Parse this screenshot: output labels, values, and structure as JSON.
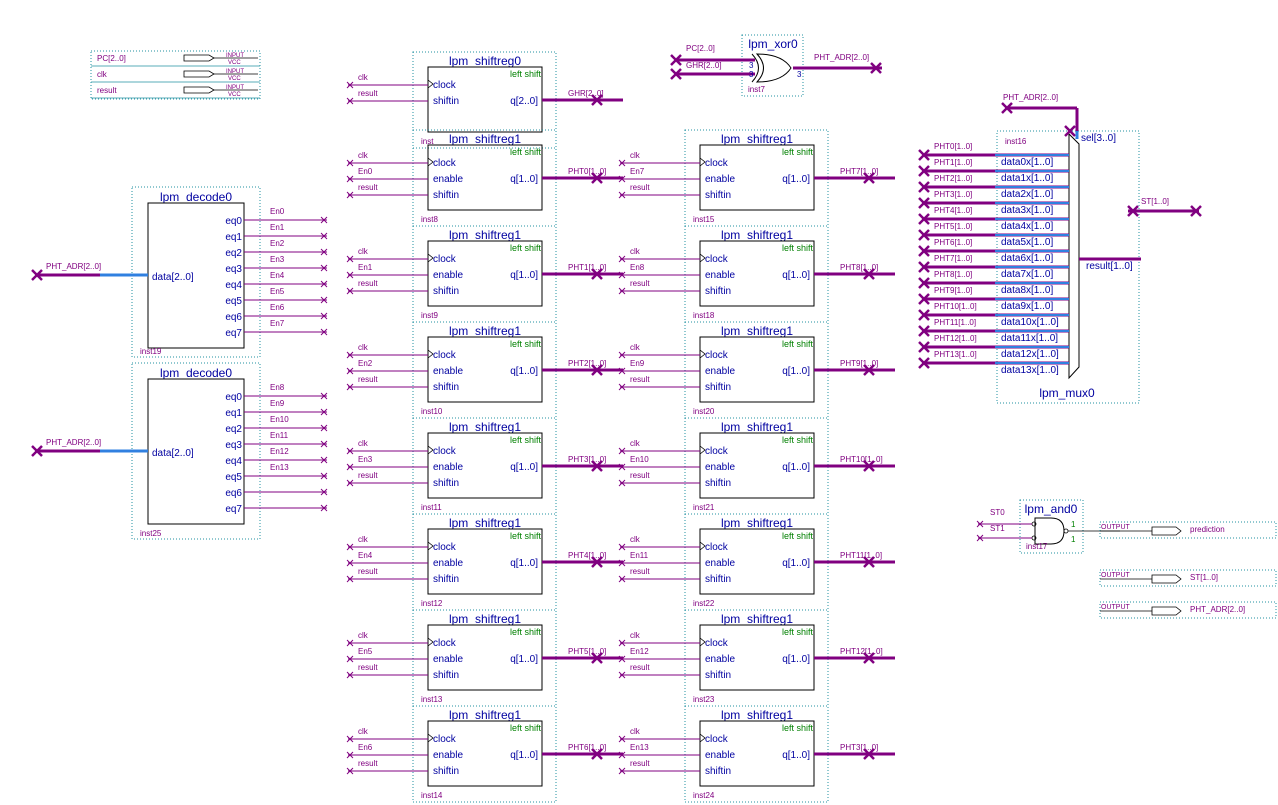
{
  "io_inputs": [
    "PC[2..0]",
    "clk",
    "result"
  ],
  "io_inputs_small": [
    "INPUT",
    "VCC"
  ],
  "io_outputs": [
    "prediction",
    "ST[1..0]",
    "PHT_ADR[2..0]"
  ],
  "io_output_tag": "OUTPUT",
  "shiftreg0": {
    "title": "lpm_shiftreg0",
    "mode": "left shift",
    "inst": "inst",
    "ports": [
      "clock",
      "shiftin"
    ],
    "output_port": "q[2..0]",
    "inputs": [
      "clk",
      "result"
    ],
    "output_net": "GHR[2..0]"
  },
  "xor": {
    "title": "lpm_xor0",
    "inst": "inst7",
    "inputs": [
      "PC[2..0]",
      "GHR[2..0]"
    ],
    "widths": [
      "3",
      "3",
      "3"
    ],
    "output_net": "PHT_ADR[2..0]"
  },
  "decoders": [
    {
      "title": "lpm_decode0",
      "inst": "inst19",
      "input_port": "data[2..0]",
      "input_net": "PHT_ADR[2..0]",
      "ports": [
        "eq0",
        "eq1",
        "eq2",
        "eq3",
        "eq4",
        "eq5",
        "eq6",
        "eq7"
      ],
      "nets": [
        "En0",
        "En1",
        "En2",
        "En3",
        "En4",
        "En5",
        "En6",
        "En7"
      ]
    },
    {
      "title": "lpm_decode0",
      "inst": "inst25",
      "input_port": "data[2..0]",
      "input_net": "PHT_ADR[2..0]",
      "ports": [
        "eq0",
        "eq1",
        "eq2",
        "eq3",
        "eq4",
        "eq5",
        "eq6",
        "eq7"
      ],
      "nets": [
        "En8",
        "En9",
        "En10",
        "En11",
        "En12",
        "En13"
      ]
    }
  ],
  "shiftreg1_common": {
    "title": "lpm_shiftreg1",
    "mode": "left shift",
    "ports": [
      "clock",
      "enable",
      "shiftin"
    ],
    "output_port": "q[1..0]",
    "input_clk": "clk",
    "input_result": "result"
  },
  "pht_column_left": [
    {
      "inst": "inst8",
      "en": "En0",
      "out": "PHT0[1..0]"
    },
    {
      "inst": "inst9",
      "en": "En1",
      "out": "PHT1[1..0]"
    },
    {
      "inst": "inst10",
      "en": "En2",
      "out": "PHT2[1..0]"
    },
    {
      "inst": "inst11",
      "en": "En3",
      "out": "PHT3[1..0]"
    },
    {
      "inst": "inst12",
      "en": "En4",
      "out": "PHT4[1..0]"
    },
    {
      "inst": "inst13",
      "en": "En5",
      "out": "PHT5[1..0]"
    },
    {
      "inst": "inst14",
      "en": "En6",
      "out": "PHT6[1..0]"
    }
  ],
  "pht_column_right": [
    {
      "inst": "inst15",
      "en": "En7",
      "out": "PHT7[1..0]"
    },
    {
      "inst": "inst18",
      "en": "En8",
      "out": "PHT8[1..0]"
    },
    {
      "inst": "inst20",
      "en": "En9",
      "out": "PHT9[1..0]"
    },
    {
      "inst": "inst21",
      "en": "En10",
      "out": "PHT10[1..0]"
    },
    {
      "inst": "inst22",
      "en": "En11",
      "out": "PHT11[1..0]"
    },
    {
      "inst": "inst23",
      "en": "En12",
      "out": "PHT12[1..0]"
    },
    {
      "inst": "inst24",
      "en": "En13",
      "out": "PHT3[1..0]"
    }
  ],
  "mux": {
    "title": "lpm_mux0",
    "inst": "inst16",
    "sel_port": "sel[3..0]",
    "sel_net": "PHT_ADR[2..0]",
    "result_port": "result[1..0]",
    "output_net": "ST[1..0]",
    "data_ports": [
      "data0x[1..0]",
      "data1x[1..0]",
      "data2x[1..0]",
      "data3x[1..0]",
      "data4x[1..0]",
      "data5x[1..0]",
      "data6x[1..0]",
      "data7x[1..0]",
      "data8x[1..0]",
      "data9x[1..0]",
      "data10x[1..0]",
      "data11x[1..0]",
      "data12x[1..0]",
      "data13x[1..0]"
    ],
    "data_nets": [
      "PHT0[1..0]",
      "PHT1[1..0]",
      "PHT2[1..0]",
      "PHT3[1..0]",
      "PHT4[1..0]",
      "PHT5[1..0]",
      "PHT6[1..0]",
      "PHT7[1..0]",
      "PHT8[1..0]",
      "PHT9[1..0]",
      "PHT10[1..0]",
      "PHT11[1..0]",
      "PHT12[1..0]",
      "PHT13[1..0]"
    ]
  },
  "and_gate": {
    "title": "lpm_and0",
    "inst": "inst17",
    "inputs": [
      "ST0",
      "ST1"
    ],
    "widths": [
      "1",
      "1"
    ]
  },
  "colors": {
    "symbol": "#000000",
    "net": "#800080",
    "bus": "#800080",
    "port": "#0000a0",
    "mode": "#008000",
    "dotted": "#2090a0",
    "highlight": "#3080e0"
  }
}
